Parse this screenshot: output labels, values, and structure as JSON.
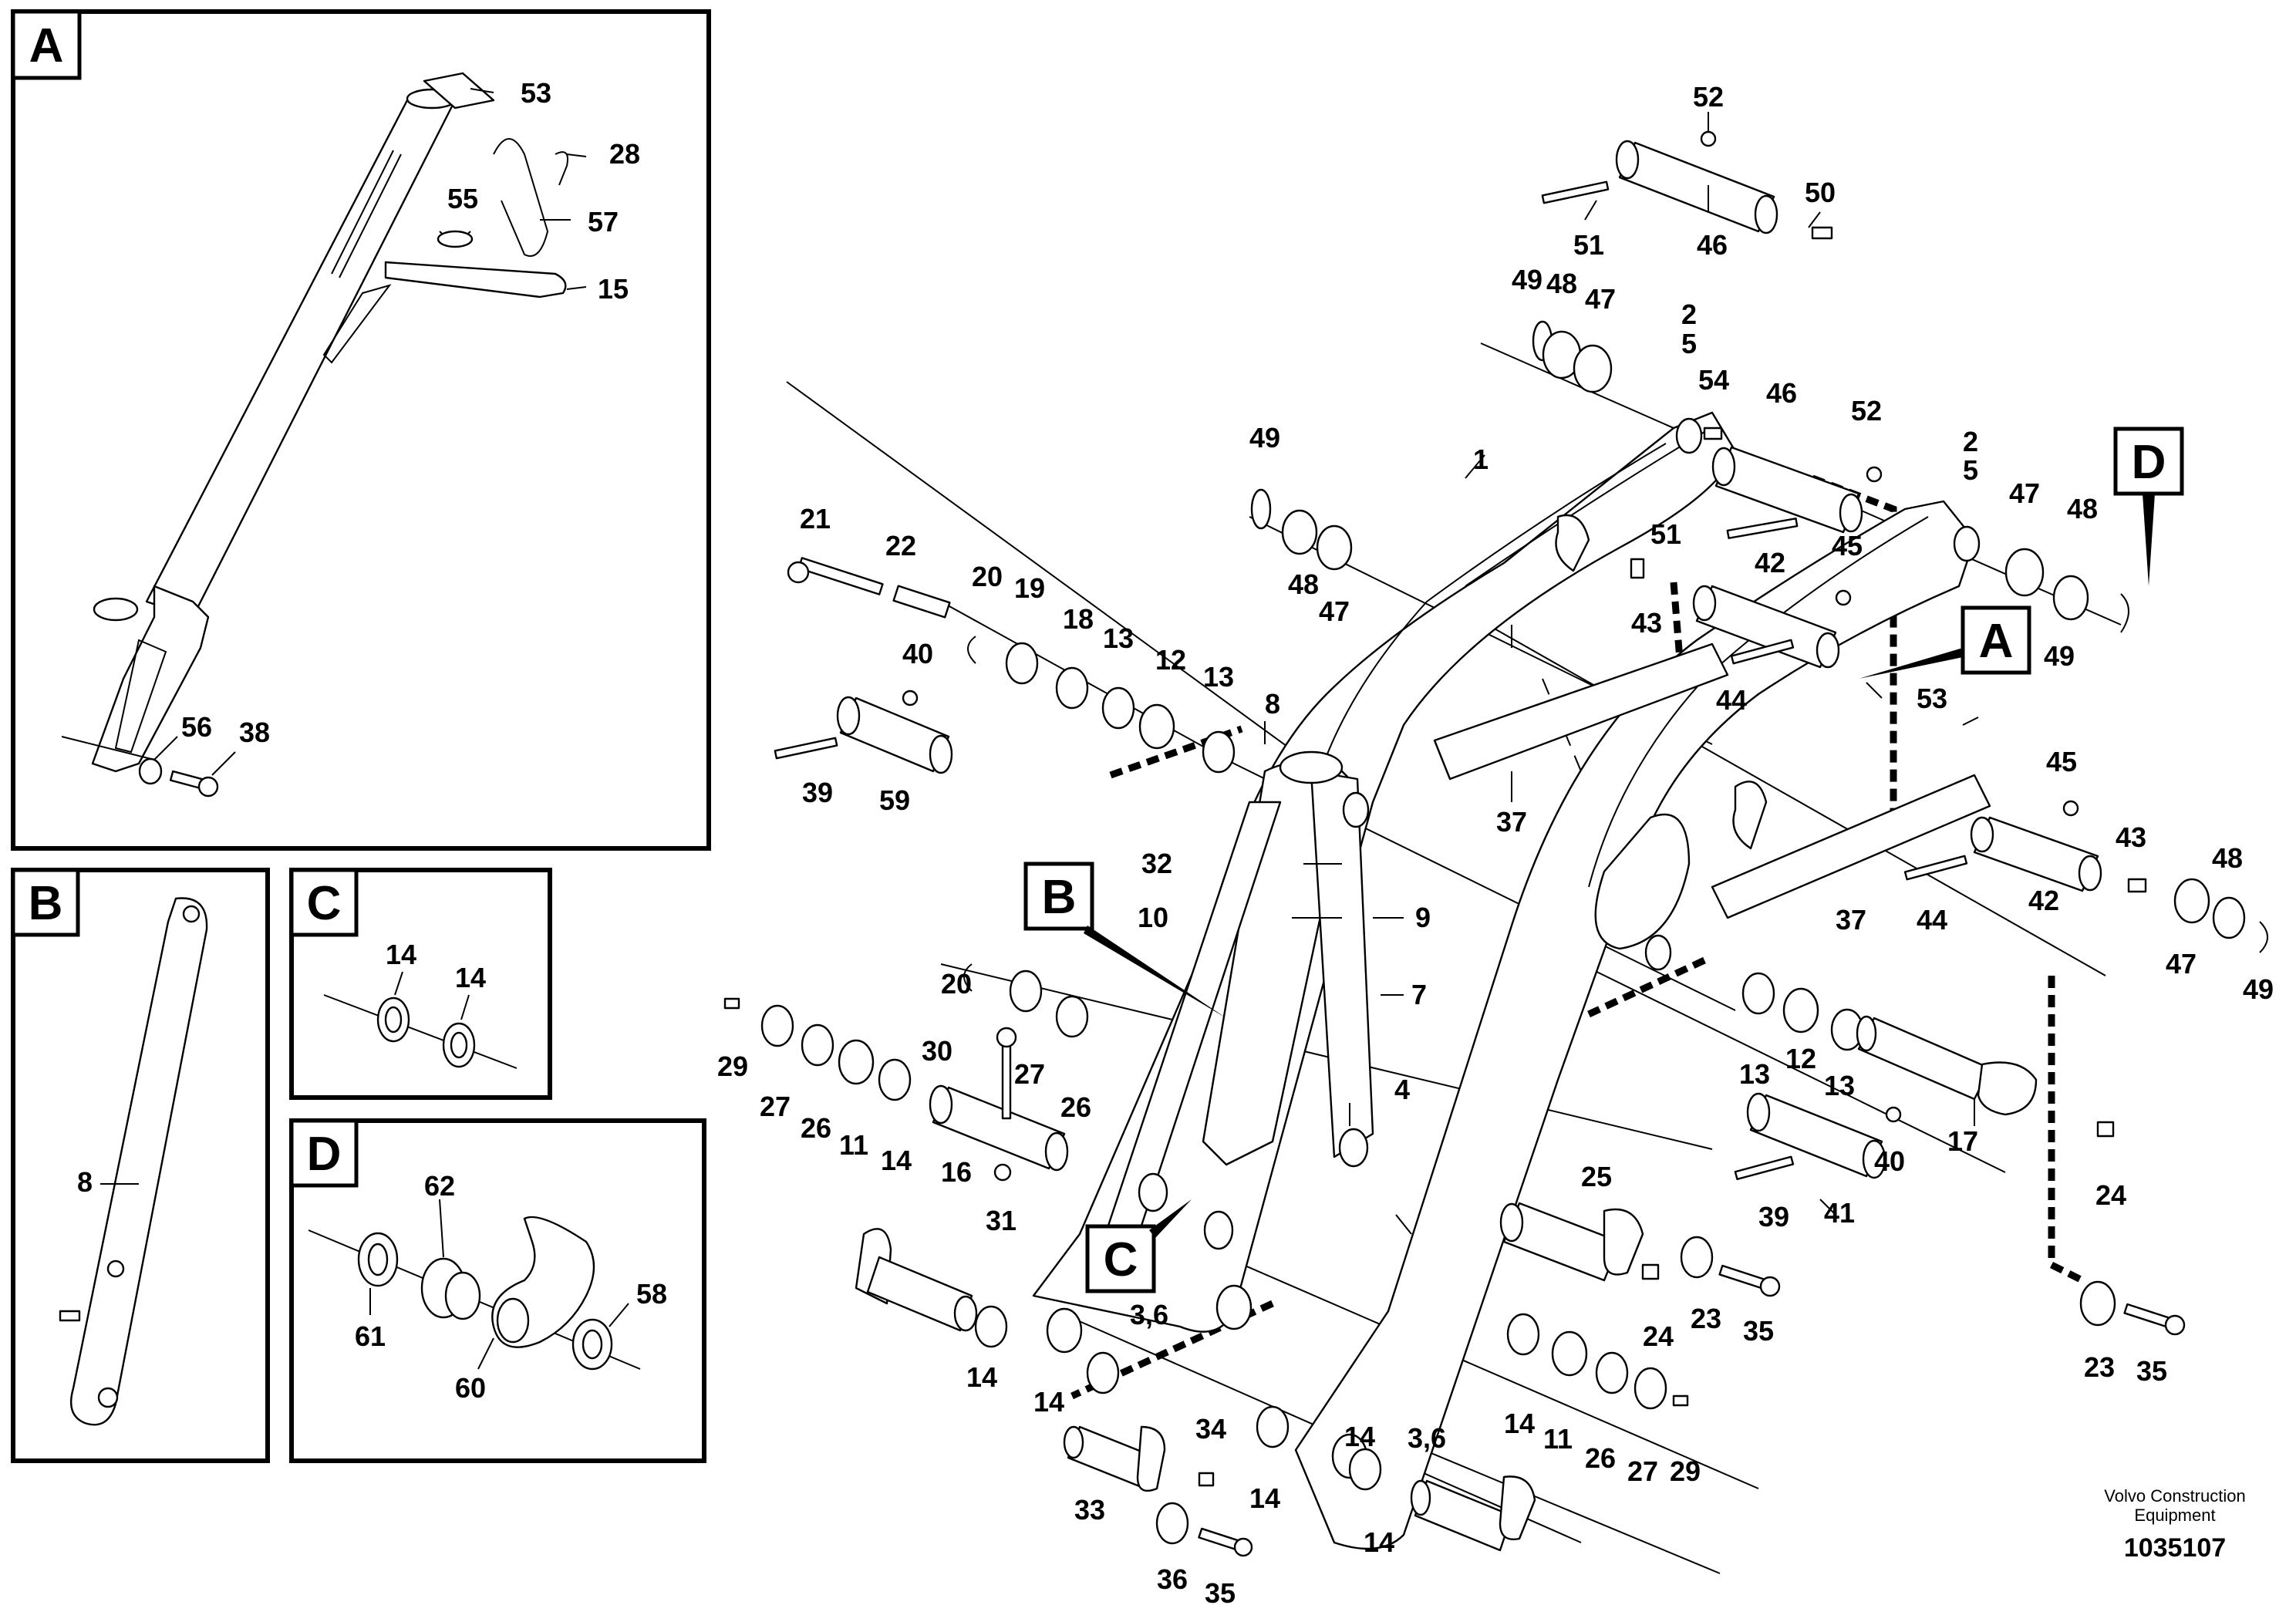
{
  "panels": {
    "A": {
      "letter": "A",
      "labels": [
        "53",
        "28",
        "55",
        "57",
        "15",
        "56",
        "38"
      ]
    },
    "B": {
      "letter": "B",
      "labels": [
        "8"
      ]
    },
    "C": {
      "letter": "C",
      "labels": [
        "14",
        "14"
      ]
    },
    "D": {
      "letter": "D",
      "labels": [
        "62",
        "58",
        "61",
        "60"
      ]
    }
  },
  "callouts": {
    "A": "A",
    "B": "B",
    "C": "C",
    "D": "D"
  },
  "main_labels": {
    "l52a": "52",
    "l50": "50",
    "l51a": "51",
    "l46a": "46",
    "l49a": "49",
    "l48a": "48",
    "l47a": "47",
    "l2a": "2",
    "l5a": "5",
    "l54": "54",
    "l46b": "46",
    "l52b": "52",
    "l49b": "49",
    "l48b": "48",
    "l47b": "47",
    "l1": "1",
    "l2b": "2",
    "l5b": "5",
    "l47c": "47",
    "l48c": "48",
    "l49c": "49",
    "l51b": "51",
    "l45a": "45",
    "l42a": "42",
    "l43a": "43",
    "l44a": "44",
    "l53": "53",
    "l21": "21",
    "l22": "22",
    "l20a": "20",
    "l19": "19",
    "l18": "18",
    "l13a": "13",
    "l12a": "12",
    "l13b": "13",
    "l40a": "40",
    "l8": "8",
    "l39a": "39",
    "l59": "59",
    "l37a": "37",
    "l45b": "45",
    "l43b": "43",
    "l48d": "48",
    "l44b": "44",
    "l42b": "42",
    "l37b": "37",
    "l47d": "47",
    "l49d": "49",
    "l32": "32",
    "l10": "10",
    "l9": "9",
    "l7": "7",
    "l20b": "20",
    "l29a": "29",
    "l27a": "27",
    "l26a": "26",
    "l11a": "11",
    "l14a": "14",
    "l30": "30",
    "l27b": "27",
    "l26b": "26",
    "l16": "16",
    "l13c": "13",
    "l12b": "12",
    "l13d": "13",
    "l17": "17",
    "l40b": "40",
    "l39b": "39",
    "l41": "41",
    "l24a": "24",
    "l4": "4",
    "l31": "31",
    "l25": "25",
    "l24b": "24",
    "l23a": "23",
    "l35a": "35",
    "l23b": "23",
    "l35b": "35",
    "l14b": "14",
    "l36a": "3,6",
    "l14c": "14",
    "l33": "33",
    "l34": "34",
    "l36b": "36",
    "l35c": "35",
    "l14d": "14",
    "l14e": "14",
    "l11b": "11",
    "l26c": "26",
    "l27c": "27",
    "l29b": "29",
    "l14f": "14",
    "l36c": "3,6",
    "l14g": "14"
  },
  "footer": {
    "company_line1": "Volvo Construction",
    "company_line2": "Equipment",
    "doc_number": "1035107"
  },
  "colors": {
    "ink": "#000000",
    "paper": "#ffffff"
  }
}
